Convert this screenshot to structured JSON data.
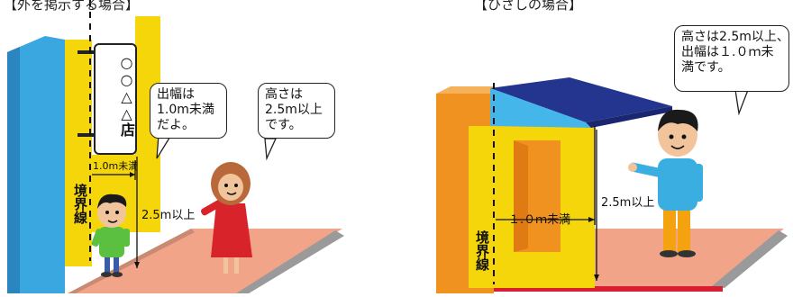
{
  "left_scene": {
    "caption": "【外を掲示する場合】",
    "sign_text": "○○△△店",
    "bubble_projection": "出幅は\n1.0m未満\nだよ。",
    "bubble_height": "高さは\n2.5m以上\nです。",
    "dim_width": "1.0m未満",
    "dim_height": "2.5m以上",
    "boundary_label": "境界線"
  },
  "right_scene": {
    "caption": "【ひさしの場合】",
    "bubble": "高さは2.5m以上、\n出幅は１.０ｍ未\n満です。",
    "dim_width": "１.０ｍ未満",
    "dim_height": "2.5m以上",
    "boundary_label": "境界線"
  },
  "colors": {
    "wall_blue": "#3aa7e0",
    "wall_yellow": "#f5d60a",
    "wall_orange": "#f0921f",
    "awning_dark": "#24358f",
    "awning_light": "#45b6ea",
    "floor": "#f2a488",
    "curb": "#9a9a9a",
    "curb_red": "#d81f32",
    "dashed_line": "#111111"
  },
  "icons": {
    "boy": "boy-figure",
    "woman": "woman-figure",
    "man": "man-figure"
  }
}
